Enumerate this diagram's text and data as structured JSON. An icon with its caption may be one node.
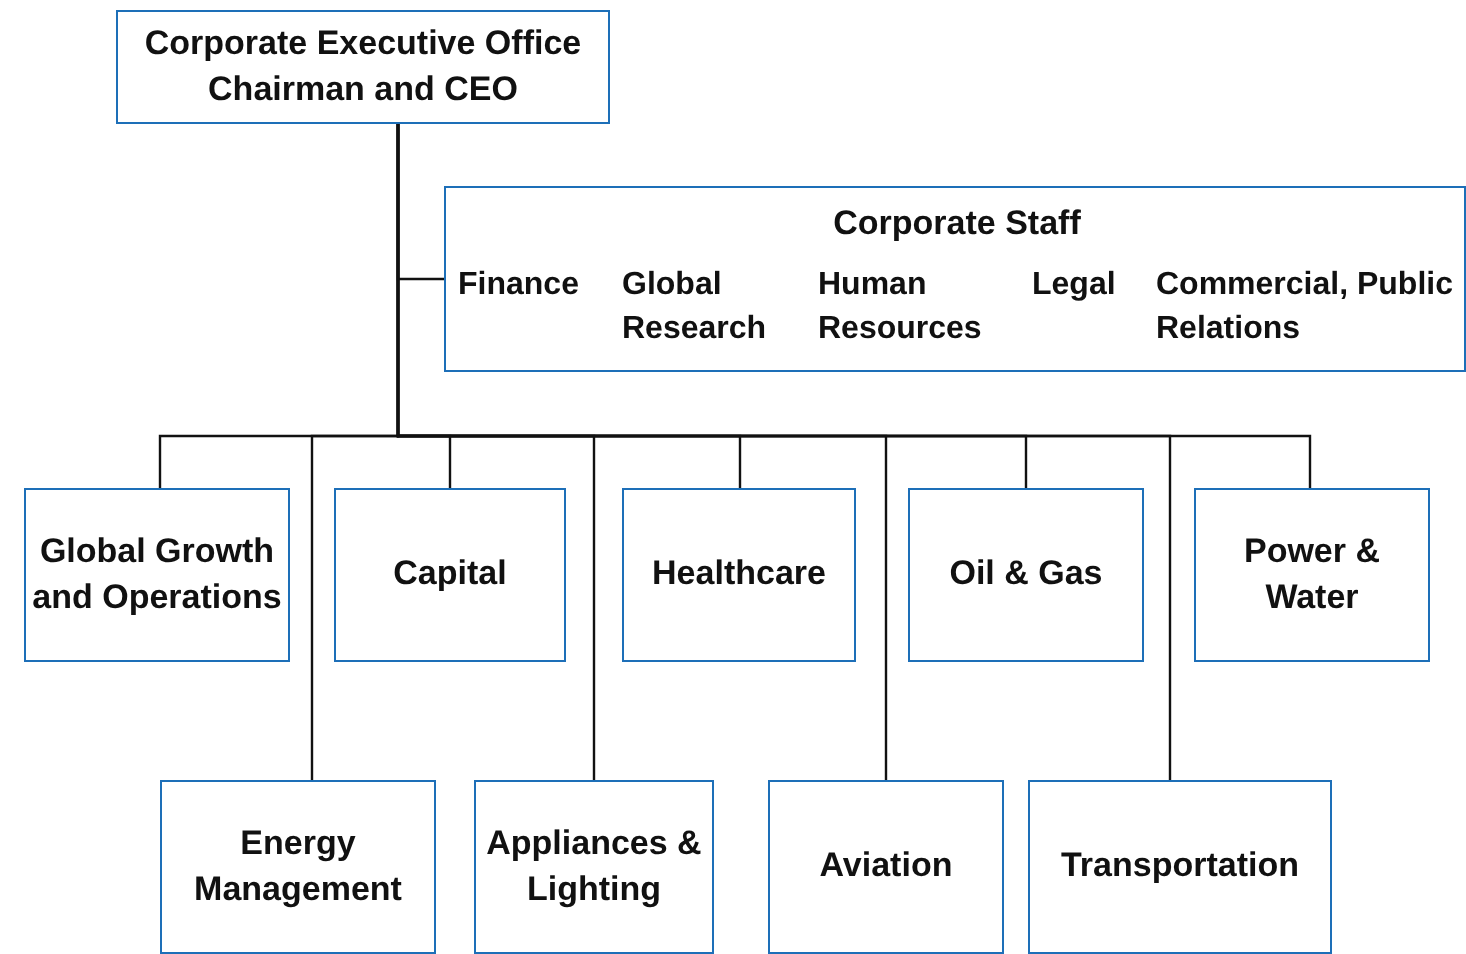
{
  "diagram": {
    "nodes": [
      {
        "text": [
          "Corporate Executive Office",
          "Chairman and CEO"
        ]
      },
      {
        "text": [
          "Corporate Staff",
          "Finance",
          "Global Research",
          "Human Resources",
          "Legal",
          "Commercial, Public Relations"
        ]
      },
      {
        "text": [
          "Global Growth and Operations"
        ]
      },
      {
        "text": [
          "Capital"
        ]
      },
      {
        "text": [
          "Healthcare"
        ]
      },
      {
        "text": [
          "Oil & Gas"
        ]
      },
      {
        "text": [
          "Power & Water"
        ]
      },
      {
        "text": [
          "Energy Management"
        ]
      },
      {
        "text": [
          "Appliances & Lighting"
        ]
      },
      {
        "text": [
          "Aviation"
        ]
      },
      {
        "text": [
          "Transportation"
        ]
      }
    ],
    "edges": [
      {
        "from": 0,
        "to": 1,
        "arrow": "none"
      },
      {
        "from": 0,
        "to": 2,
        "arrow": "none"
      },
      {
        "from": 0,
        "to": 3,
        "arrow": "none"
      },
      {
        "from": 0,
        "to": 4,
        "arrow": "none"
      },
      {
        "from": 0,
        "to": 5,
        "arrow": "none"
      },
      {
        "from": 0,
        "to": 6,
        "arrow": "none"
      },
      {
        "from": 0,
        "to": 7,
        "arrow": "none"
      },
      {
        "from": 0,
        "to": 8,
        "arrow": "none"
      },
      {
        "from": 0,
        "to": 9,
        "arrow": "none"
      },
      {
        "from": 0,
        "to": 10,
        "arrow": "none"
      }
    ]
  }
}
